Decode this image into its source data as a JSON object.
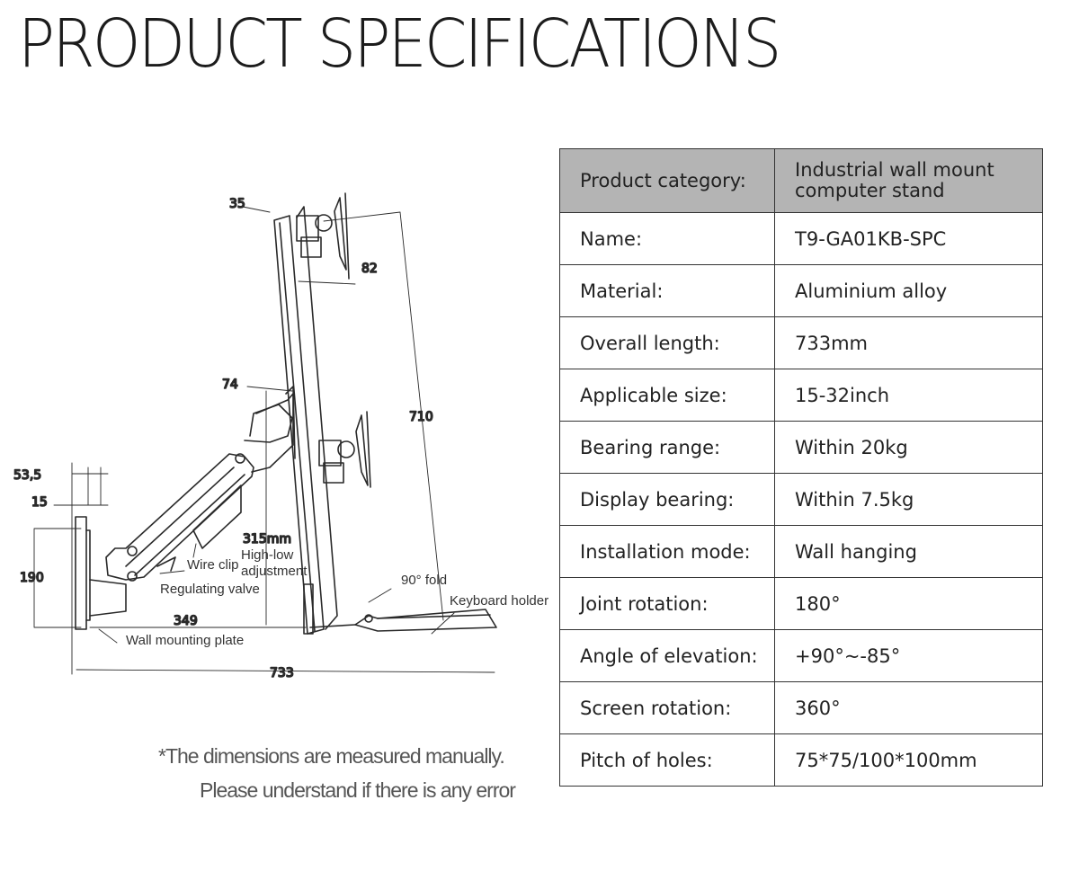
{
  "title": "PRODUCT SPECIFICATIONS",
  "drawing": {
    "dimensions": {
      "d35": "35",
      "d82": "82",
      "d710": "710",
      "d74": "74",
      "d53_5": "53,5",
      "d15": "15",
      "d190": "190",
      "d315": "315mm",
      "d349": "349",
      "d733": "733"
    },
    "callouts": {
      "high_low": "High-low",
      "adjustment": "adjustment",
      "wire_clip": "Wire clip",
      "regulating_valve": "Regulating valve",
      "fold": "90° fold",
      "keyboard_holder": "Keyboard holder",
      "wall_plate": "Wall mounting plate"
    }
  },
  "note": {
    "line1": "*The dimensions are measured manually.",
    "line2": "Please understand if there is any error"
  },
  "specs": [
    {
      "label": "Product category:",
      "value_line1": "Industrial wall mount",
      "value_line2": "computer stand"
    },
    {
      "label": "Name:",
      "value": "T9-GA01KB-SPC"
    },
    {
      "label": "Material:",
      "value": "Aluminium alloy"
    },
    {
      "label": "Overall length:",
      "value": "733mm"
    },
    {
      "label": "Applicable size:",
      "value": "15-32inch"
    },
    {
      "label": "Bearing range:",
      "value": "Within 20kg"
    },
    {
      "label": "Display bearing:",
      "value": "Within 7.5kg"
    },
    {
      "label": "Installation mode:",
      "value": "Wall hanging"
    },
    {
      "label": "Joint rotation:",
      "value": "180°"
    },
    {
      "label": "Angle of elevation:",
      "value": "+90°~-85°"
    },
    {
      "label": "Screen rotation:",
      "value": "360°"
    },
    {
      "label": "Pitch of holes:",
      "value": "75*75/100*100mm"
    }
  ],
  "colors": {
    "header_fill": "#b4b4b4",
    "line": "#333333",
    "note_text": "#555555"
  }
}
